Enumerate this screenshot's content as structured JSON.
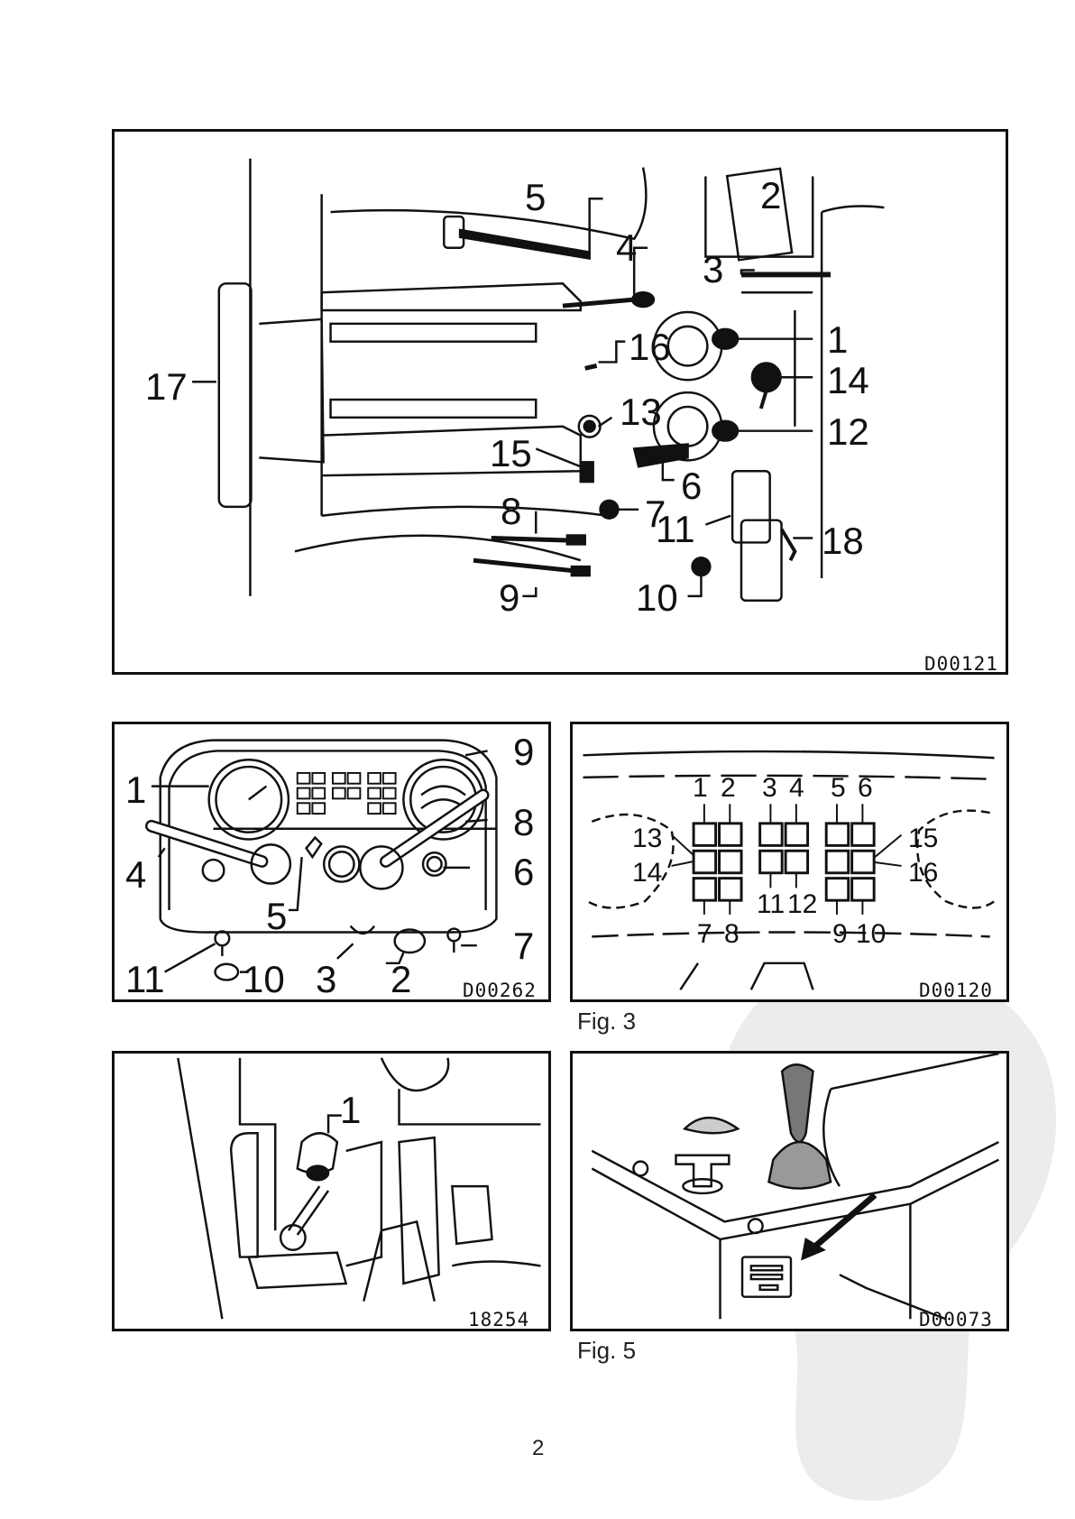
{
  "figures": {
    "fig1": {
      "code": "D00121",
      "callouts": [
        "5",
        "2",
        "4",
        "3",
        "1",
        "16",
        "14",
        "17",
        "13",
        "12",
        "15",
        "6",
        "8",
        "7",
        "11",
        "18",
        "9",
        "10"
      ]
    },
    "fig2": {
      "code": "D00262",
      "callouts": [
        "9",
        "1",
        "8",
        "4",
        "6",
        "5",
        "7",
        "11",
        "10",
        "3",
        "2"
      ]
    },
    "fig3": {
      "code": "D00120",
      "caption": "Fig. 3",
      "callouts": [
        "1",
        "2",
        "3",
        "4",
        "5",
        "6",
        "13",
        "15",
        "14",
        "16",
        "11",
        "12",
        "7",
        "8",
        "9",
        "10"
      ]
    },
    "fig4": {
      "code": "18254",
      "callouts": [
        "1"
      ]
    },
    "fig5": {
      "code": "D00073",
      "caption": "Fig. 5"
    }
  },
  "page_number": "2"
}
